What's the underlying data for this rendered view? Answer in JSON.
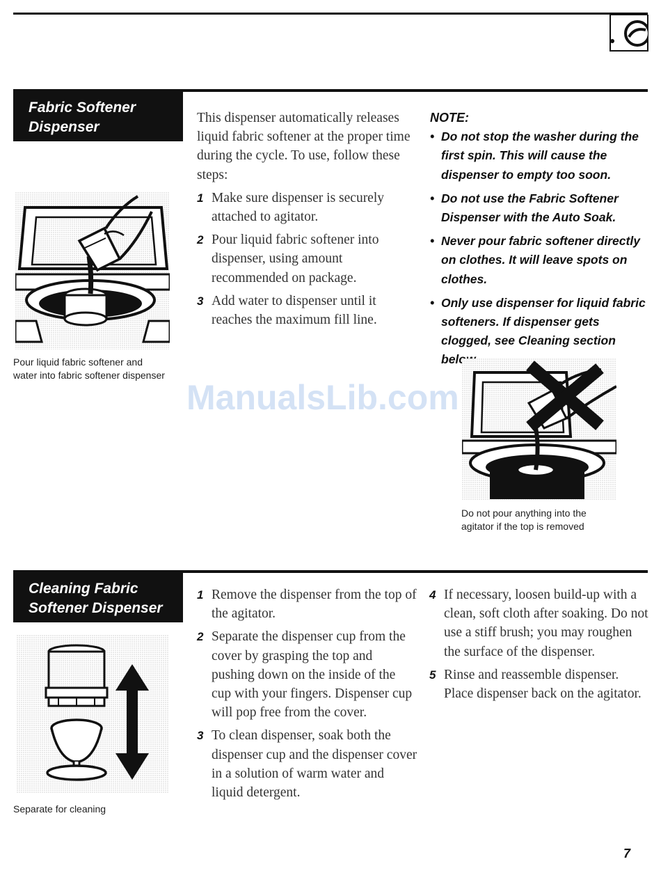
{
  "section1": {
    "header_lines": [
      "Fabric Softener",
      "Dispenser"
    ],
    "intro": "This dispenser automatically releases liquid fabric softener at the proper time during the cycle. To use, follow these steps:",
    "steps": [
      {
        "num": "1",
        "text": "Make sure dispenser is securely attached to agitator."
      },
      {
        "num": "2",
        "text": "Pour liquid fabric softener into dispenser, using amount recommended on package."
      },
      {
        "num": "3",
        "text": "Add water to dispenser until it reaches the maximum fill line."
      }
    ],
    "note_title": "NOTE:",
    "notes": [
      "Do not stop the washer during the first spin. This will cause the dispenser to empty too soon.",
      "Do not use the Fabric Softener Dispenser with the Auto Soak.",
      "Never pour fabric softener directly on clothes. It will leave spots on clothes.",
      "Only use dispenser for liquid fabric softeners. If dispenser gets clogged, see Cleaning section below."
    ],
    "caption_pour": "Pour liquid fabric softener and water into fabric softener dispenser",
    "caption_warning": "Do not pour anything into the agitator if the top is removed"
  },
  "section2": {
    "header_lines": [
      "Cleaning Fabric",
      "Softener Dispenser"
    ],
    "steps_left": [
      {
        "num": "1",
        "text": "Remove the dispenser from the top of the agitator."
      },
      {
        "num": "2",
        "text": "Separate the dispenser cup from the cover by grasping the top and pushing down on the inside of the cup with your fingers. Dispenser cup will pop free from the cover."
      },
      {
        "num": "3",
        "text": "To clean dispenser, soak both the dispenser cup and the dispenser cover in a solution of warm water and liquid detergent."
      }
    ],
    "steps_right": [
      {
        "num": "4",
        "text": "If necessary, loosen build-up with a clean, soft cloth after soaking. Do not use a stiff brush; you may roughen the surface of the dispenser."
      },
      {
        "num": "5",
        "text": "Rinse and reassemble dispenser. Place dispenser back on the agitator."
      }
    ],
    "caption": "Separate for cleaning"
  },
  "watermark": "ManualsLib.com",
  "page_number": "7",
  "icons": {
    "corner_tab": "safety-tab-icon",
    "warning": "x-cross-icon"
  }
}
